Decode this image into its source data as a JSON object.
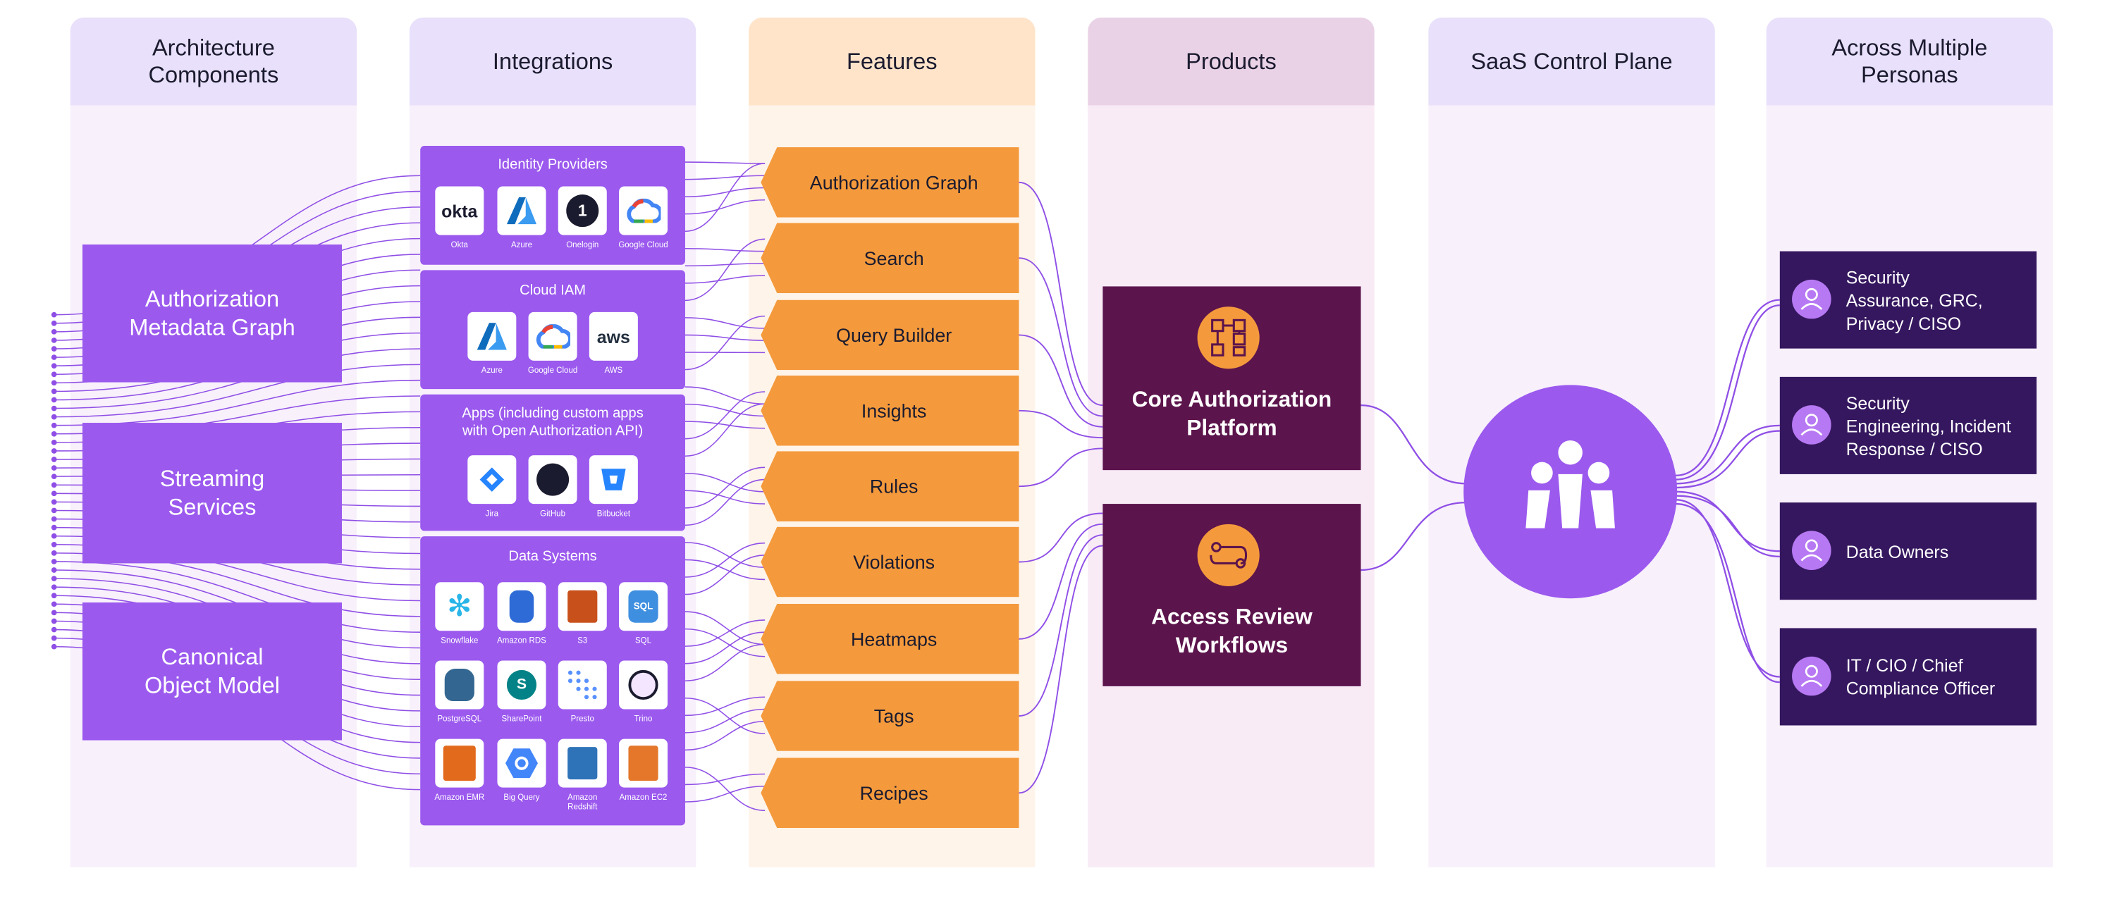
{
  "columns": {
    "architecture": "Architecture\nComponents",
    "integrations": "Integrations",
    "features": "Features",
    "products": "Products",
    "saas": "SaaS Control Plane",
    "personas": "Across Multiple\nPersonas"
  },
  "architecture_components": [
    "Authorization\nMetadata Graph",
    "Streaming\nServices",
    "Canonical\nObject Model"
  ],
  "integrations": {
    "identity": {
      "title": "Identity Providers",
      "items": [
        {
          "mark": "okta",
          "label": "Okta",
          "icon": "okta-icon"
        },
        {
          "mark": "",
          "label": "Azure",
          "icon": "azure-icon"
        },
        {
          "mark": "1",
          "label": "Onelogin",
          "icon": "onelogin-icon"
        },
        {
          "mark": "",
          "label": "Google Cloud",
          "icon": "google-cloud-icon"
        }
      ]
    },
    "cloud_iam": {
      "title": "Cloud IAM",
      "items": [
        {
          "mark": "",
          "label": "Azure",
          "icon": "azure-icon"
        },
        {
          "mark": "",
          "label": "Google Cloud",
          "icon": "google-cloud-icon"
        },
        {
          "mark": "aws",
          "label": "AWS",
          "icon": "aws-icon"
        }
      ]
    },
    "apps": {
      "title": "Apps (including custom apps\nwith Open Authorization API)",
      "items": [
        {
          "mark": "",
          "label": "Jira",
          "icon": "jira-icon"
        },
        {
          "mark": "",
          "label": "GitHub",
          "icon": "github-icon"
        },
        {
          "mark": "",
          "label": "Bitbucket",
          "icon": "bitbucket-icon"
        }
      ]
    },
    "data_systems": {
      "title": "Data Systems",
      "items": [
        {
          "mark": "",
          "label": "Snowflake",
          "icon": "snowflake-icon"
        },
        {
          "mark": "",
          "label": "Amazon RDS",
          "icon": "amazon-rds-icon"
        },
        {
          "mark": "",
          "label": "S3",
          "icon": "s3-icon"
        },
        {
          "mark": "SQL",
          "label": "SQL",
          "icon": "sql-icon"
        },
        {
          "mark": "",
          "label": "PostgreSQL",
          "icon": "postgresql-icon"
        },
        {
          "mark": "S",
          "label": "SharePoint",
          "icon": "sharepoint-icon"
        },
        {
          "mark": "",
          "label": "Presto",
          "icon": "presto-icon"
        },
        {
          "mark": "",
          "label": "Trino",
          "icon": "trino-icon"
        },
        {
          "mark": "",
          "label": "Amazon EMR",
          "icon": "amazon-emr-icon"
        },
        {
          "mark": "",
          "label": "Big Query",
          "icon": "bigquery-icon"
        },
        {
          "mark": "",
          "label": "Amazon\nRedshift",
          "icon": "amazon-redshift-icon"
        },
        {
          "mark": "",
          "label": "Amazon EC2",
          "icon": "amazon-ec2-icon"
        }
      ]
    }
  },
  "features": [
    "Authorization Graph",
    "Search",
    "Query Builder",
    "Insights",
    "Rules",
    "Violations",
    "Heatmaps",
    "Tags",
    "Recipes"
  ],
  "products": [
    "Core Authorization\nPlatform",
    "Access Review\nWorkflows"
  ],
  "personas": [
    "Security\nAssurance, GRC,\nPrivacy / CISO",
    "Security\nEngineering, Incident\nResponse / CISO",
    "Data Owners",
    "IT / CIO / Chief\nCompliance Officer"
  ],
  "colors": {
    "purple": "#9b59ee",
    "orange": "#f49a3c",
    "maroon": "#5c144c",
    "deep_purple": "#35175f",
    "line": "#8f4fe6"
  }
}
